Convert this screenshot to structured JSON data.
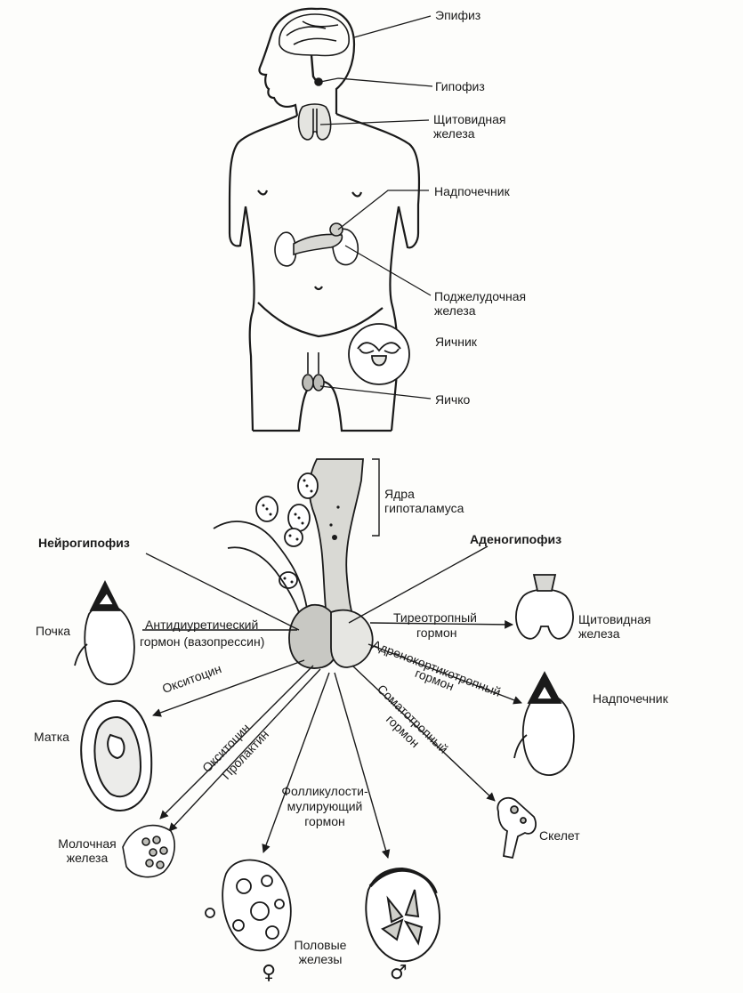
{
  "top_labels": {
    "epiphysis": "Эпифиз",
    "pituitary": "Гипофиз",
    "thyroid_1": "Щитовидная",
    "thyroid_2": "железа",
    "adrenal": "Надпочечник",
    "pancreas_1": "Поджелудочная",
    "pancreas_2": "железа",
    "ovary": "Яичник",
    "testis": "Яичко"
  },
  "bottom_labels": {
    "hypothalamus_1": "Ядра",
    "hypothalamus_2": "гипоталамуса",
    "neurohypophysis": "Нейрогипофиз",
    "adenohypophysis": "Аденогипофиз",
    "kidney": "Почка",
    "adh_1": "Антидиуретический",
    "adh_2": "гормон (вазопрессин)",
    "oxytocin_1": "Окситоцин",
    "oxytocin_2": "Окситоцин",
    "prolactin": "Пролактин",
    "uterus": "Матка",
    "mammary_1": "Молочная",
    "mammary_2": "железа",
    "fsh_1": "Фолликулости-",
    "fsh_2": "мулирующий",
    "fsh_3": "гормон",
    "gonads_1": "Половые",
    "gonads_2": "железы",
    "female_symbol": "♀",
    "male_symbol": "♂",
    "tsh_1": "Тиреотропный",
    "tsh_2": "гормон",
    "thyroid2_1": "Щитовидная",
    "thyroid2_2": "железа",
    "acth_1": "Адренокортикотропный",
    "acth_2": "гормон",
    "adrenal2": "Надпочечник",
    "gh_1": "Соматотропный",
    "gh_2": "гормон",
    "skeleton": "Скелет"
  }
}
